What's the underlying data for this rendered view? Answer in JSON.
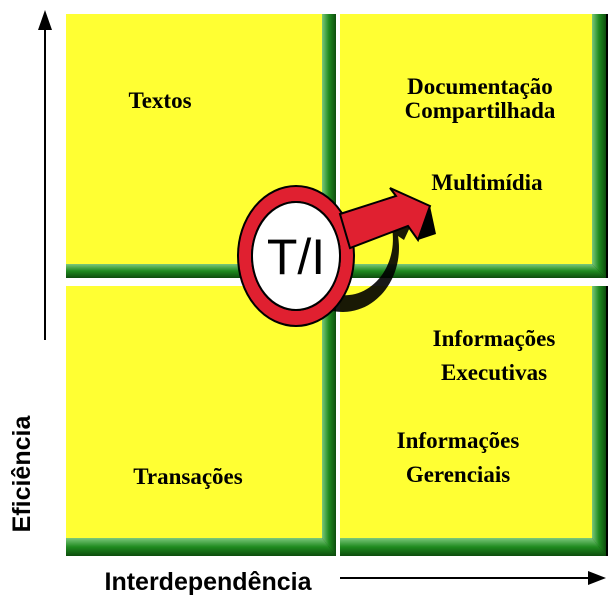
{
  "quadrants": {
    "top_left": {
      "label": "Textos"
    },
    "top_right": {
      "label_line1": "Documentação",
      "label_line2": "Compartilhada",
      "label_extra": "Multimídia"
    },
    "bottom_left": {
      "label": "Transações"
    },
    "bottom_right": {
      "label1_line1": "Informações",
      "label1_line2": "Executivas",
      "label2_line1": "Informações",
      "label2_line2": "Gerenciais"
    }
  },
  "center": {
    "label": "T/I"
  },
  "axes": {
    "x_label": "Interdependência",
    "y_label": "Eficiência"
  },
  "colors": {
    "box_face": "#ffff33",
    "box_side": "#1f8a1f",
    "arrow": "#e02030"
  }
}
